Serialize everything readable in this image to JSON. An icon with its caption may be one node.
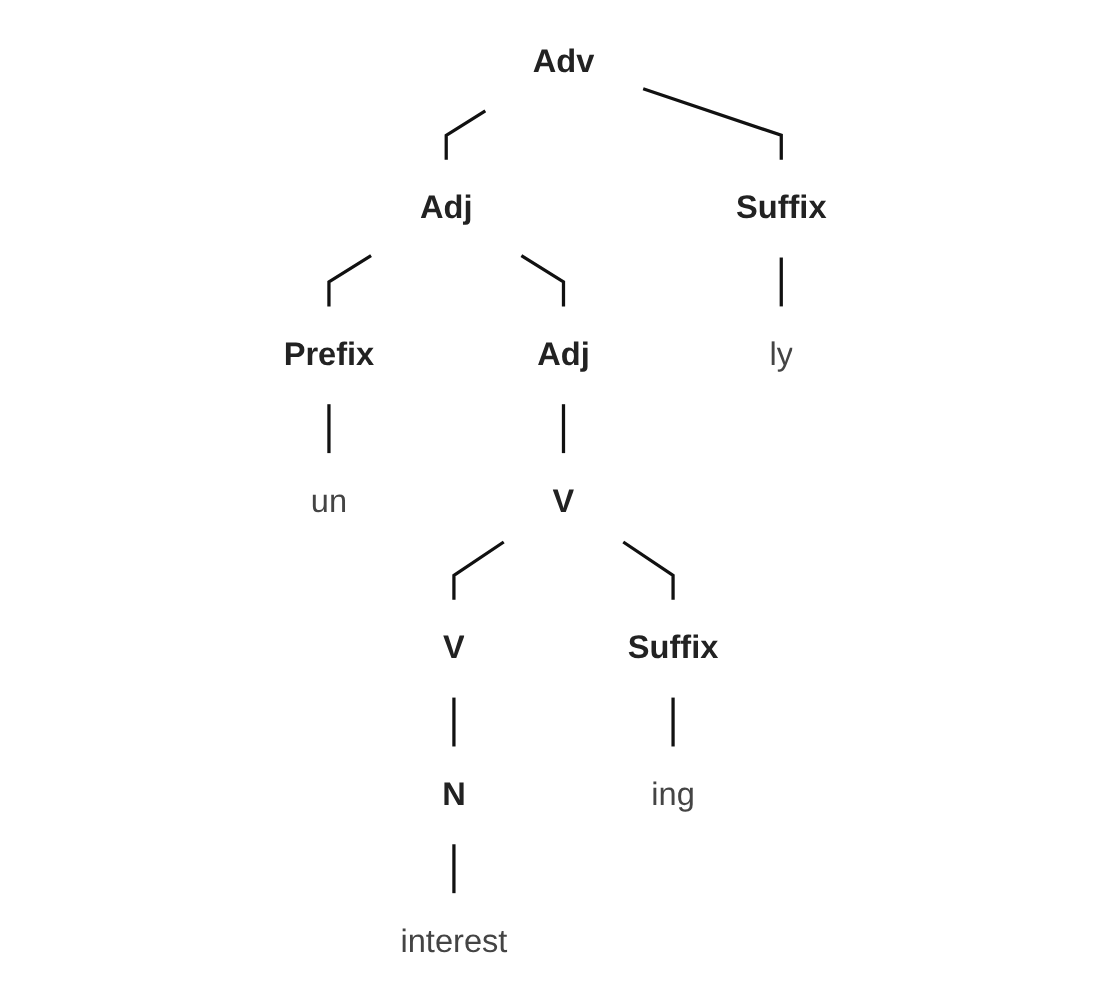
{
  "diagram": {
    "nodes": [
      {
        "text": [
          "Adv"
        ]
      },
      {
        "text": [
          "Adj"
        ]
      },
      {
        "text": [
          "Suffix"
        ]
      },
      {
        "text": [
          "Prefix"
        ]
      },
      {
        "text": [
          "Adj"
        ]
      },
      {
        "text": [
          "ly"
        ]
      },
      {
        "text": [
          "un"
        ]
      },
      {
        "text": [
          "V"
        ]
      },
      {
        "text": [
          "V"
        ]
      },
      {
        "text": [
          "Suffix"
        ]
      },
      {
        "text": [
          "N"
        ]
      },
      {
        "text": [
          "ing"
        ]
      },
      {
        "text": [
          "interest"
        ]
      }
    ],
    "edges": [
      {
        "from": 0,
        "to": 1,
        "arrow": "none"
      },
      {
        "from": 0,
        "to": 2,
        "arrow": "none"
      },
      {
        "from": 1,
        "to": 3,
        "arrow": "none"
      },
      {
        "from": 1,
        "to": 4,
        "arrow": "none"
      },
      {
        "from": 2,
        "to": 5,
        "arrow": "none"
      },
      {
        "from": 3,
        "to": 6,
        "arrow": "none"
      },
      {
        "from": 4,
        "to": 7,
        "arrow": "none"
      },
      {
        "from": 7,
        "to": 8,
        "arrow": "none"
      },
      {
        "from": 7,
        "to": 9,
        "arrow": "none"
      },
      {
        "from": 8,
        "to": 10,
        "arrow": "none"
      },
      {
        "from": 9,
        "to": 11,
        "arrow": "none"
      },
      {
        "from": 10,
        "to": 12,
        "arrow": "none"
      }
    ]
  }
}
